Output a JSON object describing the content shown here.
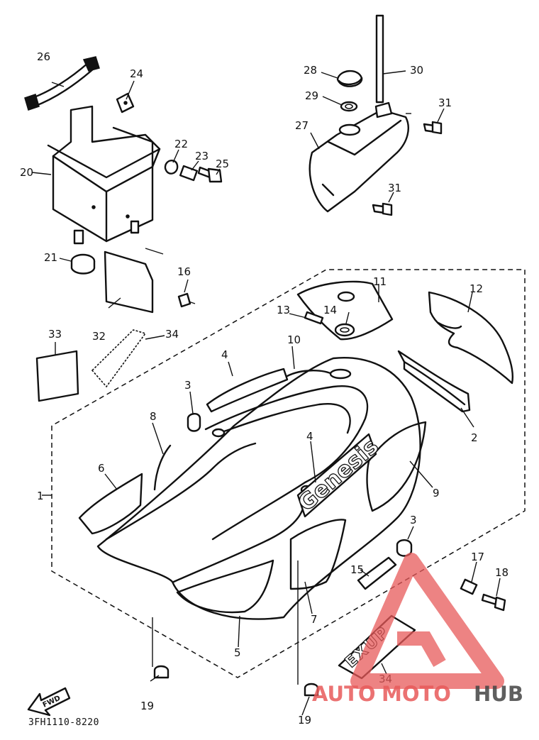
{
  "diagram": {
    "part_code": "3FH1110-8220",
    "model_badge": "Genesis",
    "decal_text": "EXUP",
    "forward_label": "FWD",
    "callouts": [
      "1",
      "2",
      "3",
      "3",
      "4",
      "4",
      "5",
      "6",
      "7",
      "8",
      "9",
      "10",
      "11",
      "12",
      "13",
      "14",
      "15",
      "16",
      "17",
      "18",
      "19",
      "19",
      "20",
      "21",
      "22",
      "23",
      "24",
      "25",
      "26",
      "27",
      "28",
      "29",
      "30",
      "31",
      "31",
      "32",
      "33",
      "34",
      "34"
    ]
  },
  "watermark": {
    "text_a": "AUTO",
    "text_b": "MOTO",
    "text_c": "HUB",
    "colors": {
      "accent": "#e85a5a",
      "dark": "#444444"
    }
  }
}
